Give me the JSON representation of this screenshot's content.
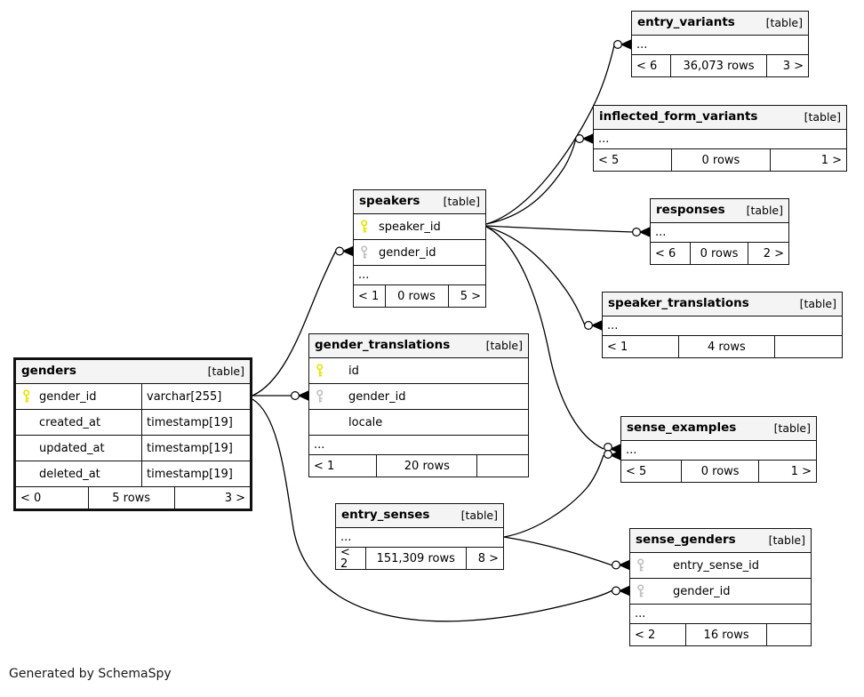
{
  "footer_note": "Generated by SchemaSpy",
  "colors": {
    "primary_key": "#e4e400",
    "foreign_key": "#c0c0c0",
    "header_bg": "#f4f4f4",
    "line": "#000000"
  },
  "tables": [
    {
      "name": "genders",
      "tag": "[table]",
      "emphasized": true,
      "columns": [
        {
          "key": "primary",
          "name": "gender_id",
          "type": "varchar[255]"
        },
        {
          "key": "none",
          "name": "created_at",
          "type": "timestamp[19]"
        },
        {
          "key": "none",
          "name": "updated_at",
          "type": "timestamp[19]"
        },
        {
          "key": "none",
          "name": "deleted_at",
          "type": "timestamp[19]"
        }
      ],
      "stats": {
        "left": "< 0",
        "center": "5 rows",
        "right": "3 >"
      }
    },
    {
      "name": "speakers",
      "tag": "[table]",
      "columns": [
        {
          "key": "primary",
          "name": "speaker_id"
        },
        {
          "key": "foreign",
          "name": "gender_id"
        }
      ],
      "ellipsis": "...",
      "stats": {
        "left": "< 1",
        "center": "0 rows",
        "right": "5 >"
      }
    },
    {
      "name": "gender_translations",
      "tag": "[table]",
      "columns": [
        {
          "key": "primary",
          "name": "id"
        },
        {
          "key": "foreign",
          "name": "gender_id"
        },
        {
          "key": "none",
          "name": "locale"
        }
      ],
      "ellipsis": "...",
      "stats": {
        "left": "< 1",
        "center": "20 rows",
        "right": ""
      }
    },
    {
      "name": "entry_senses",
      "tag": "[table]",
      "columns": [],
      "ellipsis": "...",
      "stats": {
        "left": "< 2",
        "center": "151,309 rows",
        "right": "8 >"
      }
    },
    {
      "name": "entry_variants",
      "tag": "[table]",
      "columns": [],
      "ellipsis": "...",
      "stats": {
        "left": "< 6",
        "center": "36,073 rows",
        "right": "3 >"
      }
    },
    {
      "name": "inflected_form_variants",
      "tag": "[table]",
      "columns": [],
      "ellipsis": "...",
      "stats": {
        "left": "< 5",
        "center": "0 rows",
        "right": "1 >"
      }
    },
    {
      "name": "responses",
      "tag": "[table]",
      "columns": [],
      "ellipsis": "...",
      "stats": {
        "left": "< 6",
        "center": "0 rows",
        "right": "2 >"
      }
    },
    {
      "name": "speaker_translations",
      "tag": "[table]",
      "columns": [],
      "ellipsis": "...",
      "stats": {
        "left": "< 1",
        "center": "4 rows",
        "right": ""
      }
    },
    {
      "name": "sense_examples",
      "tag": "[table]",
      "columns": [],
      "ellipsis": "...",
      "stats": {
        "left": "< 5",
        "center": "0 rows",
        "right": "1 >"
      }
    },
    {
      "name": "sense_genders",
      "tag": "[table]",
      "columns": [
        {
          "key": "foreign",
          "name": "entry_sense_id"
        },
        {
          "key": "foreign",
          "name": "gender_id"
        }
      ],
      "ellipsis": "...",
      "stats": {
        "left": "< 2",
        "center": "16 rows",
        "right": ""
      }
    }
  ],
  "relationships": [
    {
      "from": "genders",
      "to": "speakers",
      "column": "gender_id"
    },
    {
      "from": "genders",
      "to": "gender_translations",
      "column": "gender_id"
    },
    {
      "from": "genders",
      "to": "sense_genders",
      "column": "gender_id"
    },
    {
      "from": "speakers",
      "to": "entry_variants"
    },
    {
      "from": "speakers",
      "to": "inflected_form_variants"
    },
    {
      "from": "speakers",
      "to": "responses"
    },
    {
      "from": "speakers",
      "to": "speaker_translations"
    },
    {
      "from": "speakers",
      "to": "sense_examples"
    },
    {
      "from": "entry_senses",
      "to": "sense_examples"
    },
    {
      "from": "entry_senses",
      "to": "sense_genders",
      "column": "entry_sense_id"
    }
  ]
}
